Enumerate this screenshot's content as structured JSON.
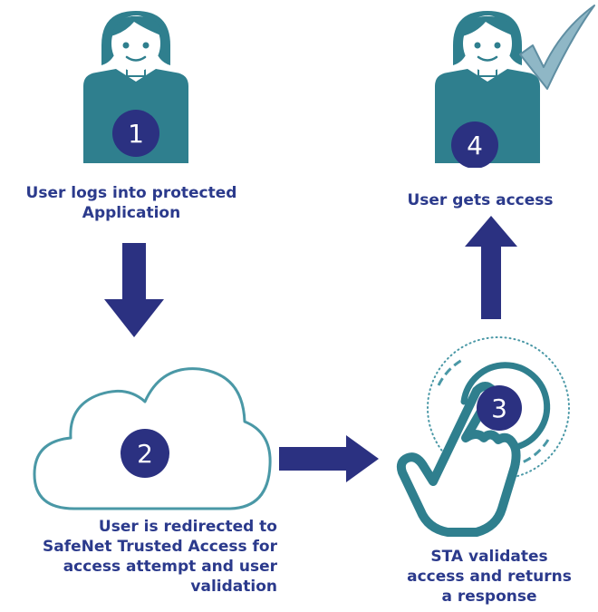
{
  "steps": [
    {
      "number": "1",
      "text_lines": [
        "User logs into protected",
        "Application"
      ]
    },
    {
      "number": "2",
      "text_lines": [
        "User is redirected to",
        "SafeNet Trusted Access for",
        "access attempt and user",
        "validation"
      ]
    },
    {
      "number": "3",
      "text_lines": [
        "STA validates",
        "access and returns",
        "a response"
      ]
    },
    {
      "number": "4",
      "text_lines": [
        "User gets access"
      ]
    }
  ],
  "colors": {
    "teal": "#2f7f8e",
    "navy": "#2b3181",
    "skin": "#ffffff",
    "text": "#2b3a8c",
    "cloud_stroke": "#4a98a6",
    "check": "#8fb7c6"
  },
  "icons": {
    "user": "user-icon",
    "cloud": "cloud-icon",
    "hand": "touch-hand-icon",
    "check": "checkmark-icon"
  }
}
